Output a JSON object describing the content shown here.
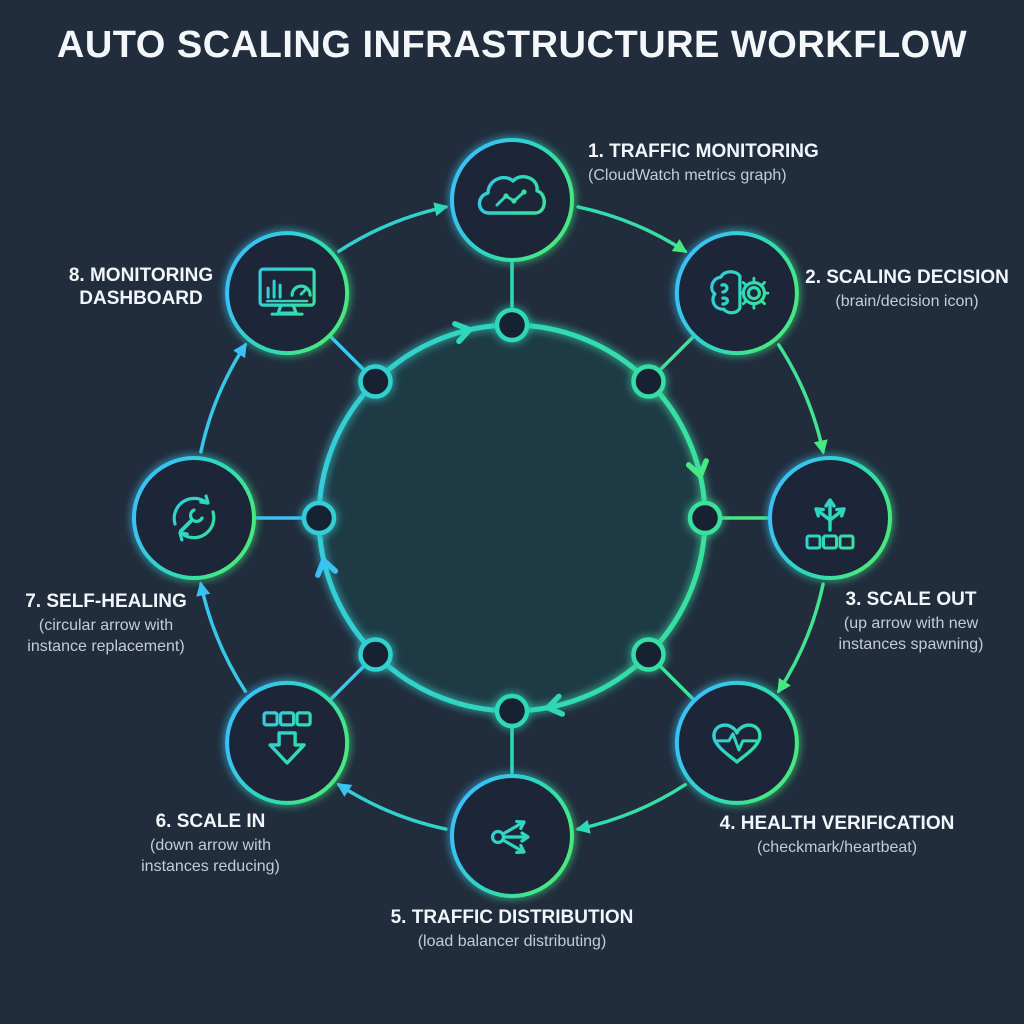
{
  "title": "AUTO SCALING INFRASTRUCTURE WORKFLOW",
  "palette": {
    "background": "#212c3c",
    "cyan": "#3ac2f4",
    "teal": "#2ed9b9",
    "green": "#46e882",
    "heading_text": "#f4f7fa",
    "muted_text": "#c3ccd8"
  },
  "flow_direction": "clockwise",
  "nodes": [
    {
      "step": 1,
      "title": "1. TRAFFIC MONITORING",
      "desc": "(CloudWatch metrics graph)",
      "icon": "cloud-metrics-icon"
    },
    {
      "step": 2,
      "title": "2. SCALING DECISION",
      "desc": "(brain/decision icon)",
      "icon": "brain-gear-icon"
    },
    {
      "step": 3,
      "title": "3. SCALE OUT",
      "desc": "(up arrow with new instances spawning)",
      "icon": "scale-out-icon"
    },
    {
      "step": 4,
      "title": "4. HEALTH VERIFICATION",
      "desc": "(checkmark/heartbeat)",
      "icon": "heartbeat-icon"
    },
    {
      "step": 5,
      "title": "5. TRAFFIC DISTRIBUTION",
      "desc": "(load balancer distributing)",
      "icon": "load-balancer-icon"
    },
    {
      "step": 6,
      "title": "6. SCALE IN",
      "desc": "(down arrow with instances reducing)",
      "icon": "scale-in-icon"
    },
    {
      "step": 7,
      "title": "7. SELF-HEALING",
      "desc": "(circular arrow with instance replacement)",
      "icon": "self-healing-icon"
    },
    {
      "step": 8,
      "title": "8. MONITORING DASHBOARD",
      "desc": "",
      "icon": "dashboard-icon"
    }
  ]
}
